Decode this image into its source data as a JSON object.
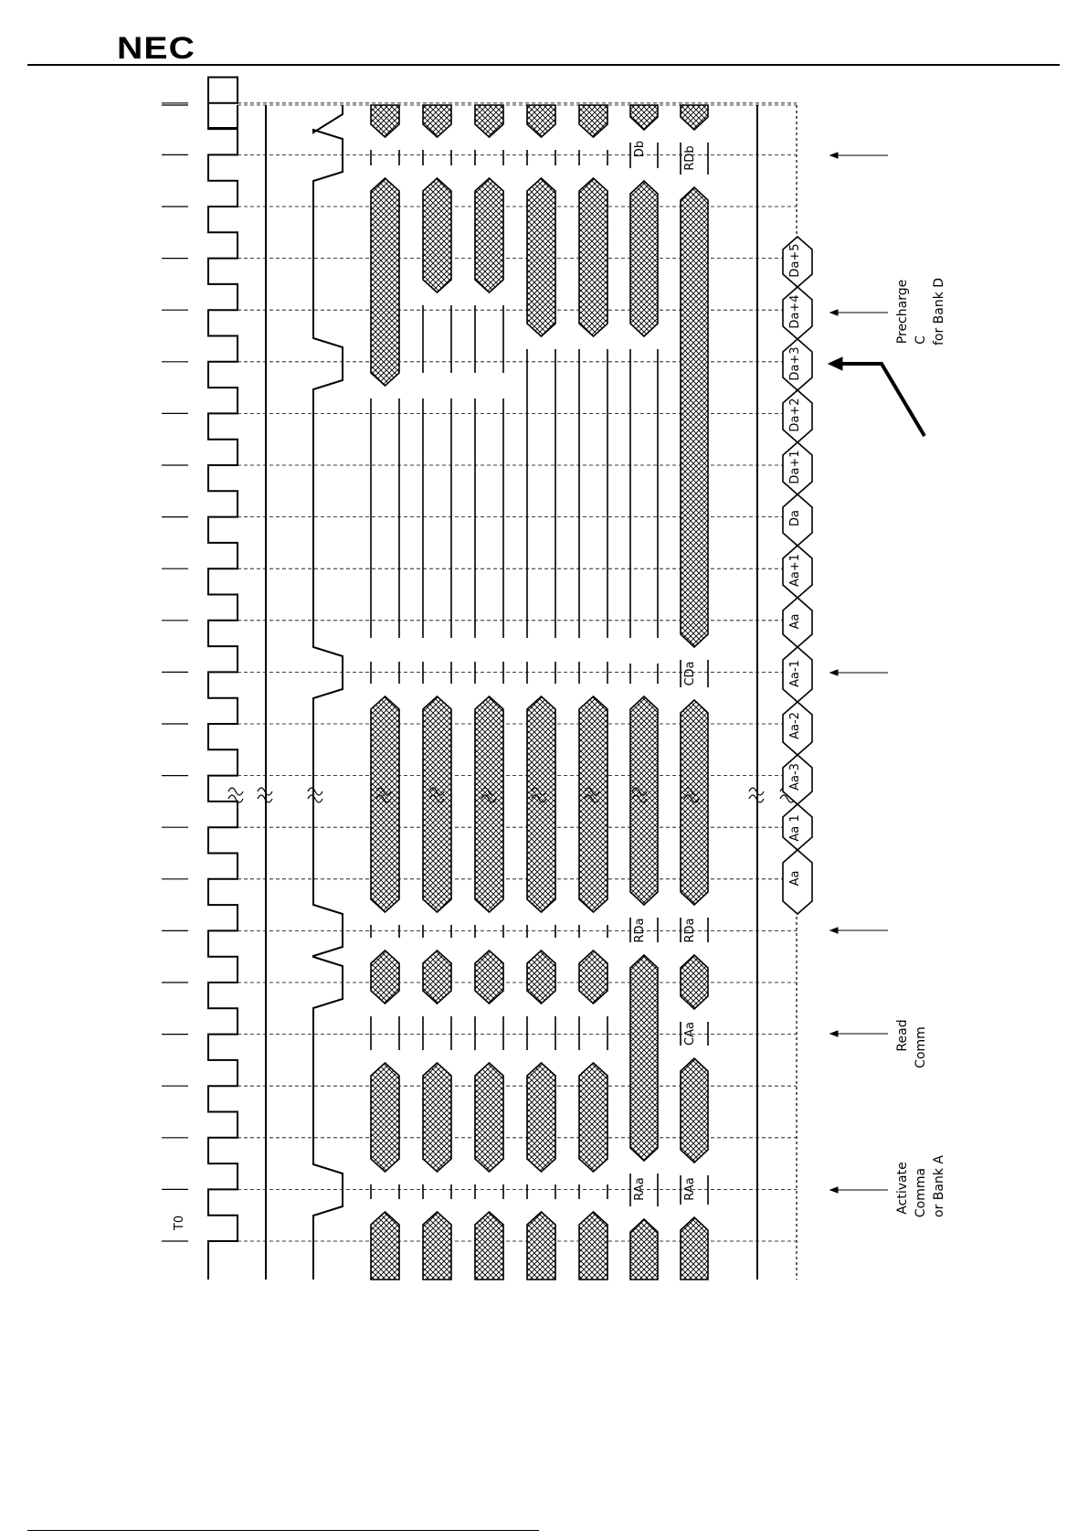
{
  "header": {
    "logo": "NEC"
  },
  "diagram": {
    "time_labels": [
      "T0"
    ],
    "bus_labels": {
      "a": [
        "RAa",
        "Db"
      ],
      "b": [
        "RAa",
        "CAa",
        "RDa",
        "CDa",
        "RDb"
      ],
      "a_extra": [
        "RDa"
      ]
    },
    "dq_labels_lower": [
      "Aa",
      "Aa 1",
      "Aa-3"
    ],
    "dq_labels_upper": [
      "Aa-2",
      "Aa-1",
      "Aa",
      "Aa+1",
      "Da",
      "Da+1",
      "Da+2",
      "Da+3",
      "Da+4",
      "Da+5"
    ],
    "annotations": [
      {
        "lines": [
          "Activate",
          "Comma",
          "or Bank A"
        ]
      },
      {
        "lines": [
          "Read",
          "Comm"
        ]
      },
      {
        "lines": [
          "Precharge",
          "C",
          "for Bank D"
        ]
      }
    ]
  }
}
